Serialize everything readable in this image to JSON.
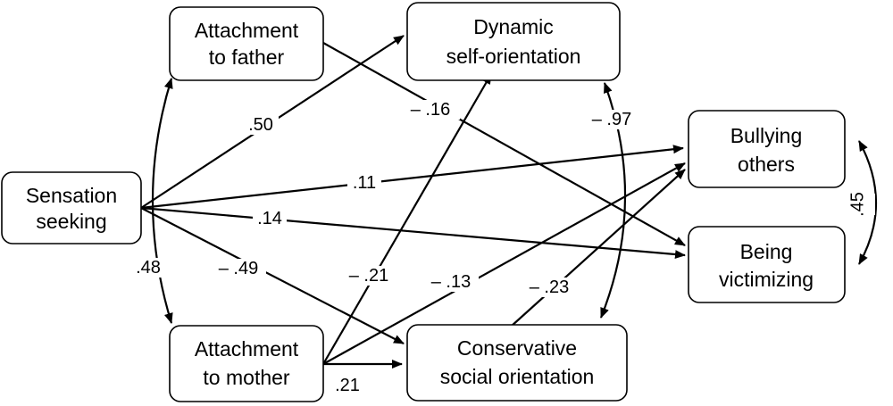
{
  "nodes": {
    "sensation": {
      "lines": [
        "Sensation",
        "seeking"
      ]
    },
    "father": {
      "lines": [
        "Attachment",
        "to father"
      ]
    },
    "mother": {
      "lines": [
        "Attachment",
        "to mother"
      ]
    },
    "dynamic": {
      "lines": [
        "Dynamic",
        "self-orientation"
      ]
    },
    "conservative": {
      "lines": [
        "Conservative",
        "social orientation"
      ]
    },
    "bullying": {
      "lines": [
        "Bullying",
        "others"
      ]
    },
    "victim": {
      "lines": [
        "Being",
        "victimizing"
      ]
    }
  },
  "coefficients": {
    "sens_father_corr": ".48",
    "sens_dynamic": ".50",
    "father_victim": "– .16",
    "dynamic_conservative_corr": "– .97",
    "sens_bullying": ".11",
    "sens_victim": ".14",
    "bullying_victim_corr": ".45",
    "sens_conservative": "– .49",
    "mother_dynamic": "– .21",
    "mother_bullying": "– .13",
    "conservative_bullying": "– .23",
    "mother_conservative": ".21"
  }
}
